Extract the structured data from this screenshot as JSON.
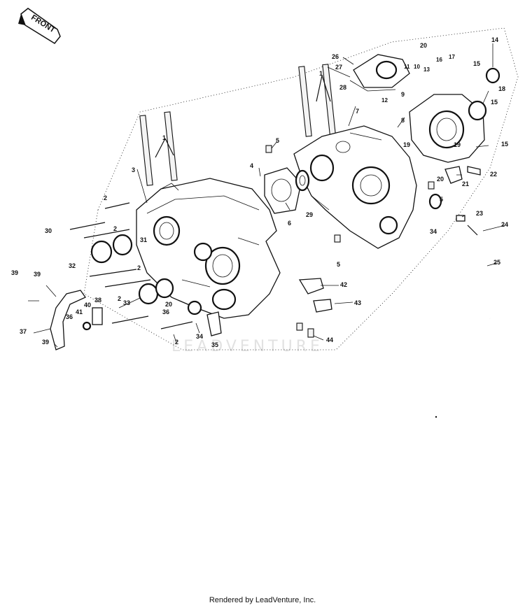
{
  "diagram": {
    "front_label": "FRONT",
    "watermark": "LEADVENTURE",
    "footer": "Rendered by LeadVenture, Inc.",
    "callouts": {
      "c1a": "1",
      "c1b": "1",
      "c2a": "2",
      "c2b": "2",
      "c2c": "2",
      "c2d": "2",
      "c2e": "2",
      "c3": "3",
      "c4": "4",
      "c5a": "5",
      "c5b": "5",
      "c5c": "5",
      "c6": "6",
      "c7": "7",
      "c8": "8",
      "c9": "9",
      "c10": "10",
      "c11": "11",
      "c12": "12",
      "c13": "13",
      "c14": "14",
      "c15a": "15",
      "c15b": "15",
      "c15c": "15",
      "c16": "16",
      "c17": "17",
      "c18": "18",
      "c19a": "19",
      "c19b": "19",
      "c20a": "20",
      "c20b": "20",
      "c20c": "20",
      "c21": "21",
      "c22": "22",
      "c23": "23",
      "c24": "24",
      "c25": "25",
      "c26": "26",
      "c27": "27",
      "c28": "28",
      "c29": "29",
      "c30": "30",
      "c31": "31",
      "c32": "32",
      "c33": "33",
      "c34a": "34",
      "c34b": "34",
      "c35": "35",
      "c36a": "36",
      "c36b": "36",
      "c37": "37",
      "c38": "38",
      "c39a": "39",
      "c39b": "39",
      "c39c": "39",
      "c40": "40",
      "c41": "41",
      "c42": "42",
      "c43": "43",
      "c44": "44"
    }
  }
}
